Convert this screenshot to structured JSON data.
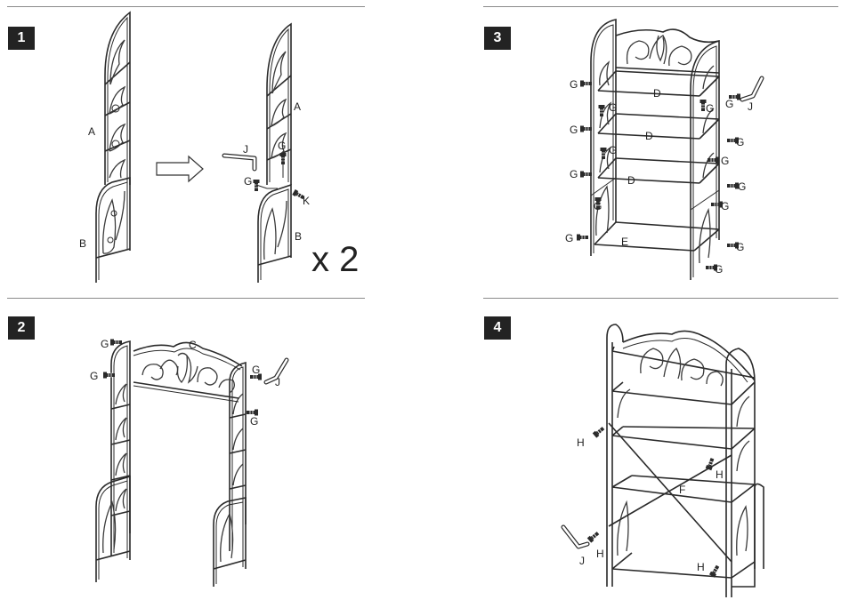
{
  "steps": [
    {
      "number": "1",
      "multiplier": "x 2",
      "part_labels": {
        "a1": "A",
        "b1": "B",
        "j": "J",
        "g1": "G",
        "g2": "G",
        "a2": "A",
        "b2": "B",
        "k": "K"
      }
    },
    {
      "number": "2",
      "part_labels": {
        "g1": "G",
        "g2": "G",
        "c": "C",
        "g3": "G",
        "j": "J",
        "g4": "G"
      }
    },
    {
      "number": "3",
      "part_labels": {
        "g1": "G",
        "g2": "G",
        "g3": "G",
        "g4": "G",
        "d1": "D",
        "d2": "D",
        "d3": "D",
        "e": "E",
        "gr1": "G",
        "j": "J",
        "gr2": "G",
        "gr3": "G",
        "gr4": "G",
        "gr5": "G",
        "gr6": "G",
        "gr7": "G",
        "gm1": "G",
        "gm2": "G",
        "gm3": "G",
        "gm4": "G"
      }
    },
    {
      "number": "4",
      "part_labels": {
        "h1": "H",
        "h2": "H",
        "f": "F",
        "j": "J",
        "h3": "H",
        "h4": "H"
      }
    }
  ],
  "icons": {
    "arrow": "right-arrow-icon",
    "screw": "screw-icon",
    "wrench": "allen-key-icon"
  },
  "colors": {
    "ink": "#2a2a2a",
    "badge": "#232323",
    "rule": "#8a8a8a"
  }
}
